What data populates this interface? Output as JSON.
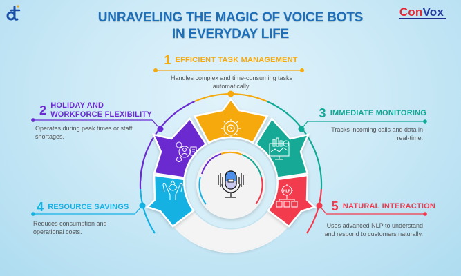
{
  "header": {
    "title_line1": "UNRAVELING THE MAGIC OF VOICE BOTS",
    "title_line2": "IN EVERYDAY LIFE",
    "logo_left_icon": "dt-logo-icon",
    "brand": {
      "part1": "Con",
      "part2": "Vox",
      "color1": "#e02a38",
      "color2": "#243a9c"
    }
  },
  "colors": {
    "title": "#1f6fb8",
    "orange": "#f5a90d",
    "purple": "#6a2bd0",
    "teal": "#12a996",
    "cyan": "#14b1e3",
    "red": "#f23a4e"
  },
  "features": [
    {
      "number": "1",
      "title": "EFFICIENT TASK MANAGEMENT",
      "description": "Handles complex and time-consuming tasks automatically.",
      "icon": "gear-clock-icon",
      "color": "#f5a90d"
    },
    {
      "number": "2",
      "title_line1": "HOLIDAY AND",
      "title_line2": "WORKFORCE FLEXIBILITY",
      "description": "Operates during peak times or staff shortages.",
      "icon": "workforce-icon",
      "color": "#6a2bd0"
    },
    {
      "number": "3",
      "title": "IMMEDIATE MONITORING",
      "description": "Tracks incoming calls and data in real-time.",
      "icon": "monitor-chart-icon",
      "color": "#12a996"
    },
    {
      "number": "4",
      "title": "RESOURCE SAVINGS",
      "description": "Reduces consumption and operational costs.",
      "icon": "hands-savings-icon",
      "color": "#14b1e3"
    },
    {
      "number": "5",
      "title": "NATURAL INTERACTION",
      "description": "Uses advanced NLP to understand and respond to customers naturally.",
      "icon": "nlp-gear-icon",
      "color": "#f23a4e"
    }
  ],
  "center": {
    "icon": "microphone-voice-bot-icon",
    "nlp_label": "NLP"
  }
}
